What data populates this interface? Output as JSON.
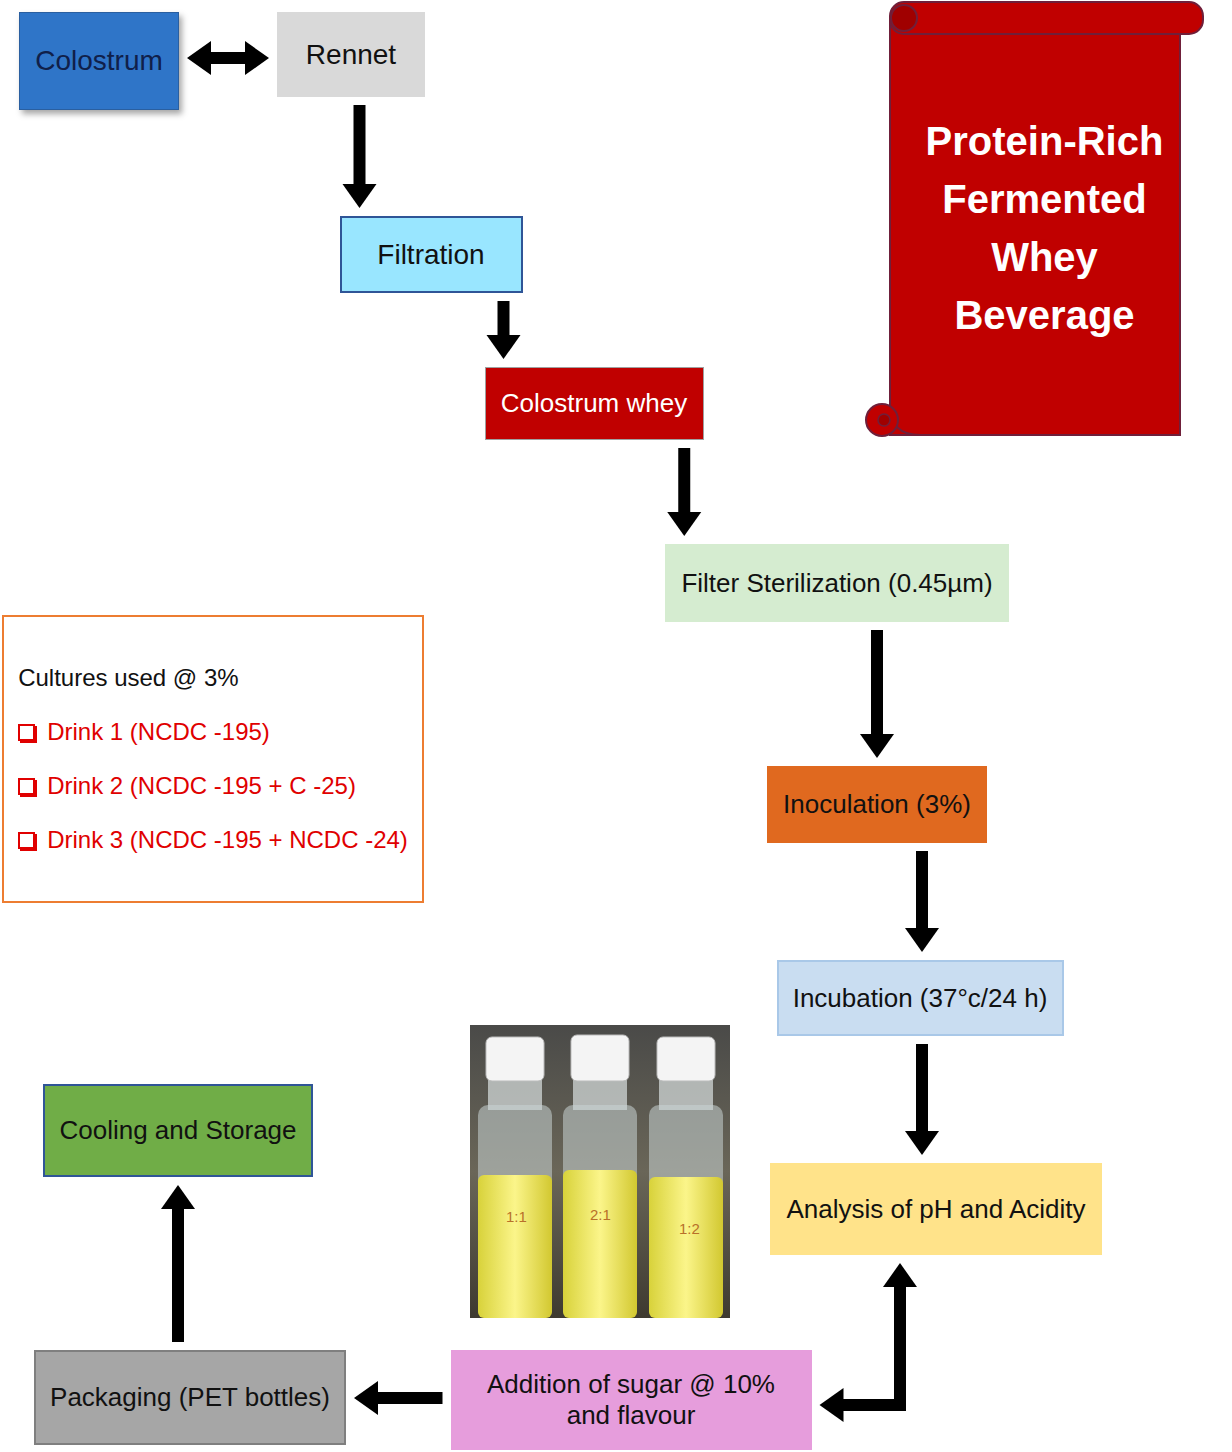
{
  "diagram": {
    "nodes": [
      {
        "text": [
          "Colostrum"
        ]
      },
      {
        "text": [
          "Rennet"
        ]
      },
      {
        "text": [
          "Filtration"
        ]
      },
      {
        "text": [
          "Colostrum whey"
        ]
      },
      {
        "text": [
          "Protein-Rich Fermented Whey Beverage"
        ]
      },
      {
        "text": [
          "Filter Sterilization (0.45µm)"
        ]
      },
      {
        "text": [
          "Cultures used @ 3%",
          "Drink 1 (NCDC -195)",
          "Drink 2 (NCDC -195 + C -25)",
          "Drink 3 (NCDC -195 + NCDC -24)"
        ]
      },
      {
        "text": [
          "Inoculation (3%)"
        ]
      },
      {
        "text": [
          "Incubation (37°c/24 h)"
        ]
      },
      {
        "text": [
          "Analysis of pH and Acidity"
        ]
      },
      {
        "text": [
          "Addition of sugar @ 10% and flavour"
        ]
      },
      {
        "text": [
          "Packaging (PET bottles)"
        ]
      },
      {
        "text": [
          "Cooling and Storage"
        ]
      }
    ],
    "edges": [
      {
        "from": 0,
        "to": 1,
        "arrow": "both"
      },
      {
        "from": 1,
        "to": 2,
        "arrow": "to"
      },
      {
        "from": 2,
        "to": 3,
        "arrow": "to"
      },
      {
        "from": 3,
        "to": 5,
        "arrow": "to"
      },
      {
        "from": 5,
        "to": 7,
        "arrow": "to"
      },
      {
        "from": 7,
        "to": 8,
        "arrow": "to"
      },
      {
        "from": 8,
        "to": 9,
        "arrow": "to"
      },
      {
        "from": 9,
        "to": 10,
        "arrow": "both"
      },
      {
        "from": 10,
        "to": 11,
        "arrow": "to"
      },
      {
        "from": 11,
        "to": 12,
        "arrow": "to"
      }
    ],
    "labels": [
      "1:1",
      "2:1",
      "1:2"
    ]
  }
}
